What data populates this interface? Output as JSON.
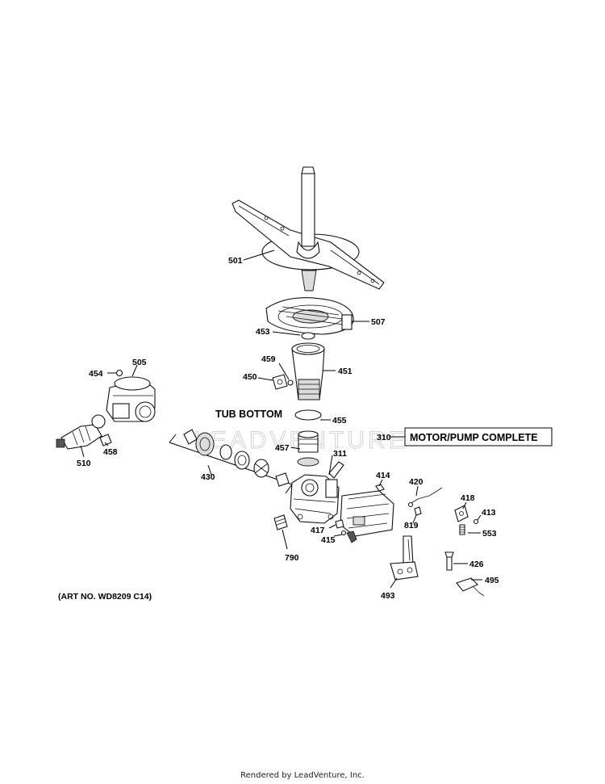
{
  "diagram": {
    "watermark": "LEADVENTURE",
    "tub_bottom_label": "TUB BOTTOM",
    "motor_pump_label": "MOTOR/PUMP COMPLETE",
    "art_number": "(ART NO. WD8209 C14)",
    "parts": {
      "p501": "501",
      "p507": "507",
      "p453": "453",
      "p459": "459",
      "p450": "450",
      "p451": "451",
      "p454": "454",
      "p505": "505",
      "p455": "455",
      "p457": "457",
      "p311": "311",
      "p310": "310",
      "p510": "510",
      "p458": "458",
      "p430": "430",
      "p414": "414",
      "p420": "420",
      "p418": "418",
      "p413": "413",
      "p553": "553",
      "p417": "417",
      "p415": "415",
      "p819": "819",
      "p790": "790",
      "p426": "426",
      "p495": "495",
      "p493": "493"
    }
  },
  "footer": {
    "text": "Rendered by LeadVenture, Inc."
  }
}
